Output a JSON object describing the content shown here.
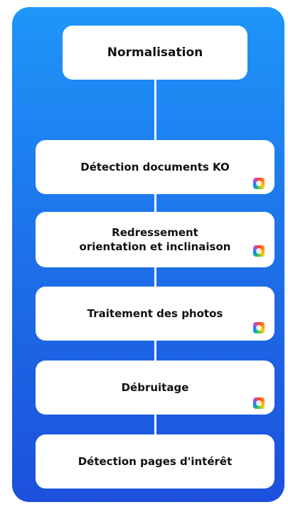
{
  "diagram": {
    "top_node": {
      "label": "Normalisation"
    },
    "steps": [
      {
        "label": "Détection documents KO",
        "badge_icon": "app-badge-icon"
      },
      {
        "label": "Redressement\norientation et inclinaison",
        "badge_icon": "app-badge-icon"
      },
      {
        "label": "Traitement des photos",
        "badge_icon": "app-badge-icon"
      },
      {
        "label": "Débruitage",
        "badge_icon": "app-badge-icon"
      },
      {
        "label": "Détection pages d'intérêt"
      }
    ]
  },
  "colors": {
    "panel_top": "#1e96f9",
    "panel_bottom": "#1c50dc",
    "node_background": "#ffffff",
    "text": "#111111"
  }
}
